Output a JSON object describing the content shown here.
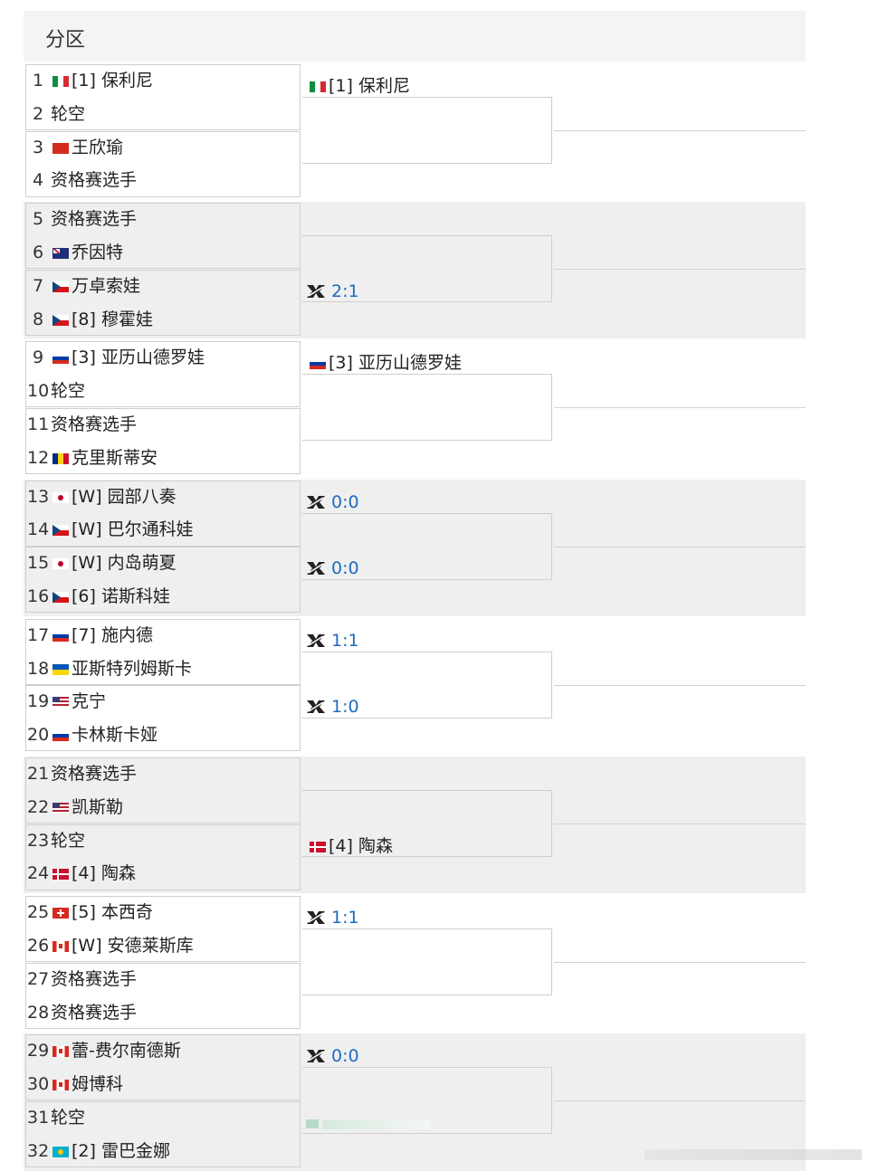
{
  "header": {
    "title": "分区"
  },
  "colors": {
    "score": "#1e6cc0",
    "band_alt": "#efefef",
    "border": "#cfcfcf"
  },
  "round1": [
    {
      "seed": "1",
      "flag": "italy-flag",
      "name": "[1] 保利尼"
    },
    {
      "seed": "2",
      "flag": "",
      "name": "轮空"
    },
    {
      "seed": "3",
      "flag": "china-flag",
      "name": "王欣瑜"
    },
    {
      "seed": "4",
      "flag": "",
      "name": "资格赛选手"
    },
    {
      "seed": "5",
      "flag": "",
      "name": "资格赛选手"
    },
    {
      "seed": "6",
      "flag": "australia-flag",
      "name": "乔因特"
    },
    {
      "seed": "7",
      "flag": "czech-flag",
      "name": "万卓索娃"
    },
    {
      "seed": "8",
      "flag": "czech-flag",
      "name": "[8] 穆霍娃"
    },
    {
      "seed": "9",
      "flag": "russia-flag",
      "name": "[3] 亚历山德罗娃"
    },
    {
      "seed": "10",
      "flag": "",
      "name": "轮空"
    },
    {
      "seed": "11",
      "flag": "",
      "name": "资格赛选手"
    },
    {
      "seed": "12",
      "flag": "romania-flag",
      "name": "克里斯蒂安"
    },
    {
      "seed": "13",
      "flag": "japan-flag",
      "name": "[W] 园部八奏"
    },
    {
      "seed": "14",
      "flag": "czech-flag",
      "name": "[W] 巴尔通科娃"
    },
    {
      "seed": "15",
      "flag": "japan-flag",
      "name": "[W] 内岛萌夏"
    },
    {
      "seed": "16",
      "flag": "czech-flag",
      "name": "[6] 诺斯科娃"
    },
    {
      "seed": "17",
      "flag": "russia-flag",
      "name": "[7] 施内德"
    },
    {
      "seed": "18",
      "flag": "ukraine-flag",
      "name": "亚斯特列姆斯卡"
    },
    {
      "seed": "19",
      "flag": "usa-flag",
      "name": "克宁"
    },
    {
      "seed": "20",
      "flag": "russia-flag",
      "name": "卡林斯卡娅"
    },
    {
      "seed": "21",
      "flag": "",
      "name": "资格赛选手"
    },
    {
      "seed": "22",
      "flag": "usa-flag",
      "name": "凯斯勒"
    },
    {
      "seed": "23",
      "flag": "",
      "name": "轮空"
    },
    {
      "seed": "24",
      "flag": "denmark-flag",
      "name": "[4] 陶森"
    },
    {
      "seed": "25",
      "flag": "switzerland-flag",
      "name": "[5] 本西奇"
    },
    {
      "seed": "26",
      "flag": "canada-flag",
      "name": "[W] 安德莱斯库"
    },
    {
      "seed": "27",
      "flag": "",
      "name": "资格赛选手"
    },
    {
      "seed": "28",
      "flag": "",
      "name": "资格赛选手"
    },
    {
      "seed": "29",
      "flag": "canada-flag",
      "name": "蕾-费尔南德斯"
    },
    {
      "seed": "30",
      "flag": "canada-flag",
      "name": "姆博科"
    },
    {
      "seed": "31",
      "flag": "",
      "name": "轮空"
    },
    {
      "seed": "32",
      "flag": "kazakhstan-flag",
      "name": "[2] 雷巴金娜"
    }
  ],
  "round2": [
    {
      "kind": "player",
      "flag": "italy-flag",
      "text": "[1] 保利尼"
    },
    {
      "kind": "empty",
      "flag": "",
      "text": ""
    },
    {
      "kind": "empty",
      "flag": "",
      "text": ""
    },
    {
      "kind": "vs",
      "flag": "",
      "text": "2:1"
    },
    {
      "kind": "player",
      "flag": "russia-flag",
      "text": "[3] 亚历山德罗娃"
    },
    {
      "kind": "empty",
      "flag": "",
      "text": ""
    },
    {
      "kind": "vs",
      "flag": "",
      "text": "0:0"
    },
    {
      "kind": "vs",
      "flag": "",
      "text": "0:0"
    },
    {
      "kind": "vs",
      "flag": "",
      "text": "1:1"
    },
    {
      "kind": "vs",
      "flag": "",
      "text": "1:0"
    },
    {
      "kind": "empty",
      "flag": "",
      "text": ""
    },
    {
      "kind": "player",
      "flag": "denmark-flag",
      "text": "[4] 陶森"
    },
    {
      "kind": "vs",
      "flag": "",
      "text": "1:1"
    },
    {
      "kind": "empty",
      "flag": "",
      "text": ""
    },
    {
      "kind": "vs",
      "flag": "",
      "text": "0:0"
    },
    {
      "kind": "empty",
      "flag": "",
      "text": ""
    }
  ]
}
